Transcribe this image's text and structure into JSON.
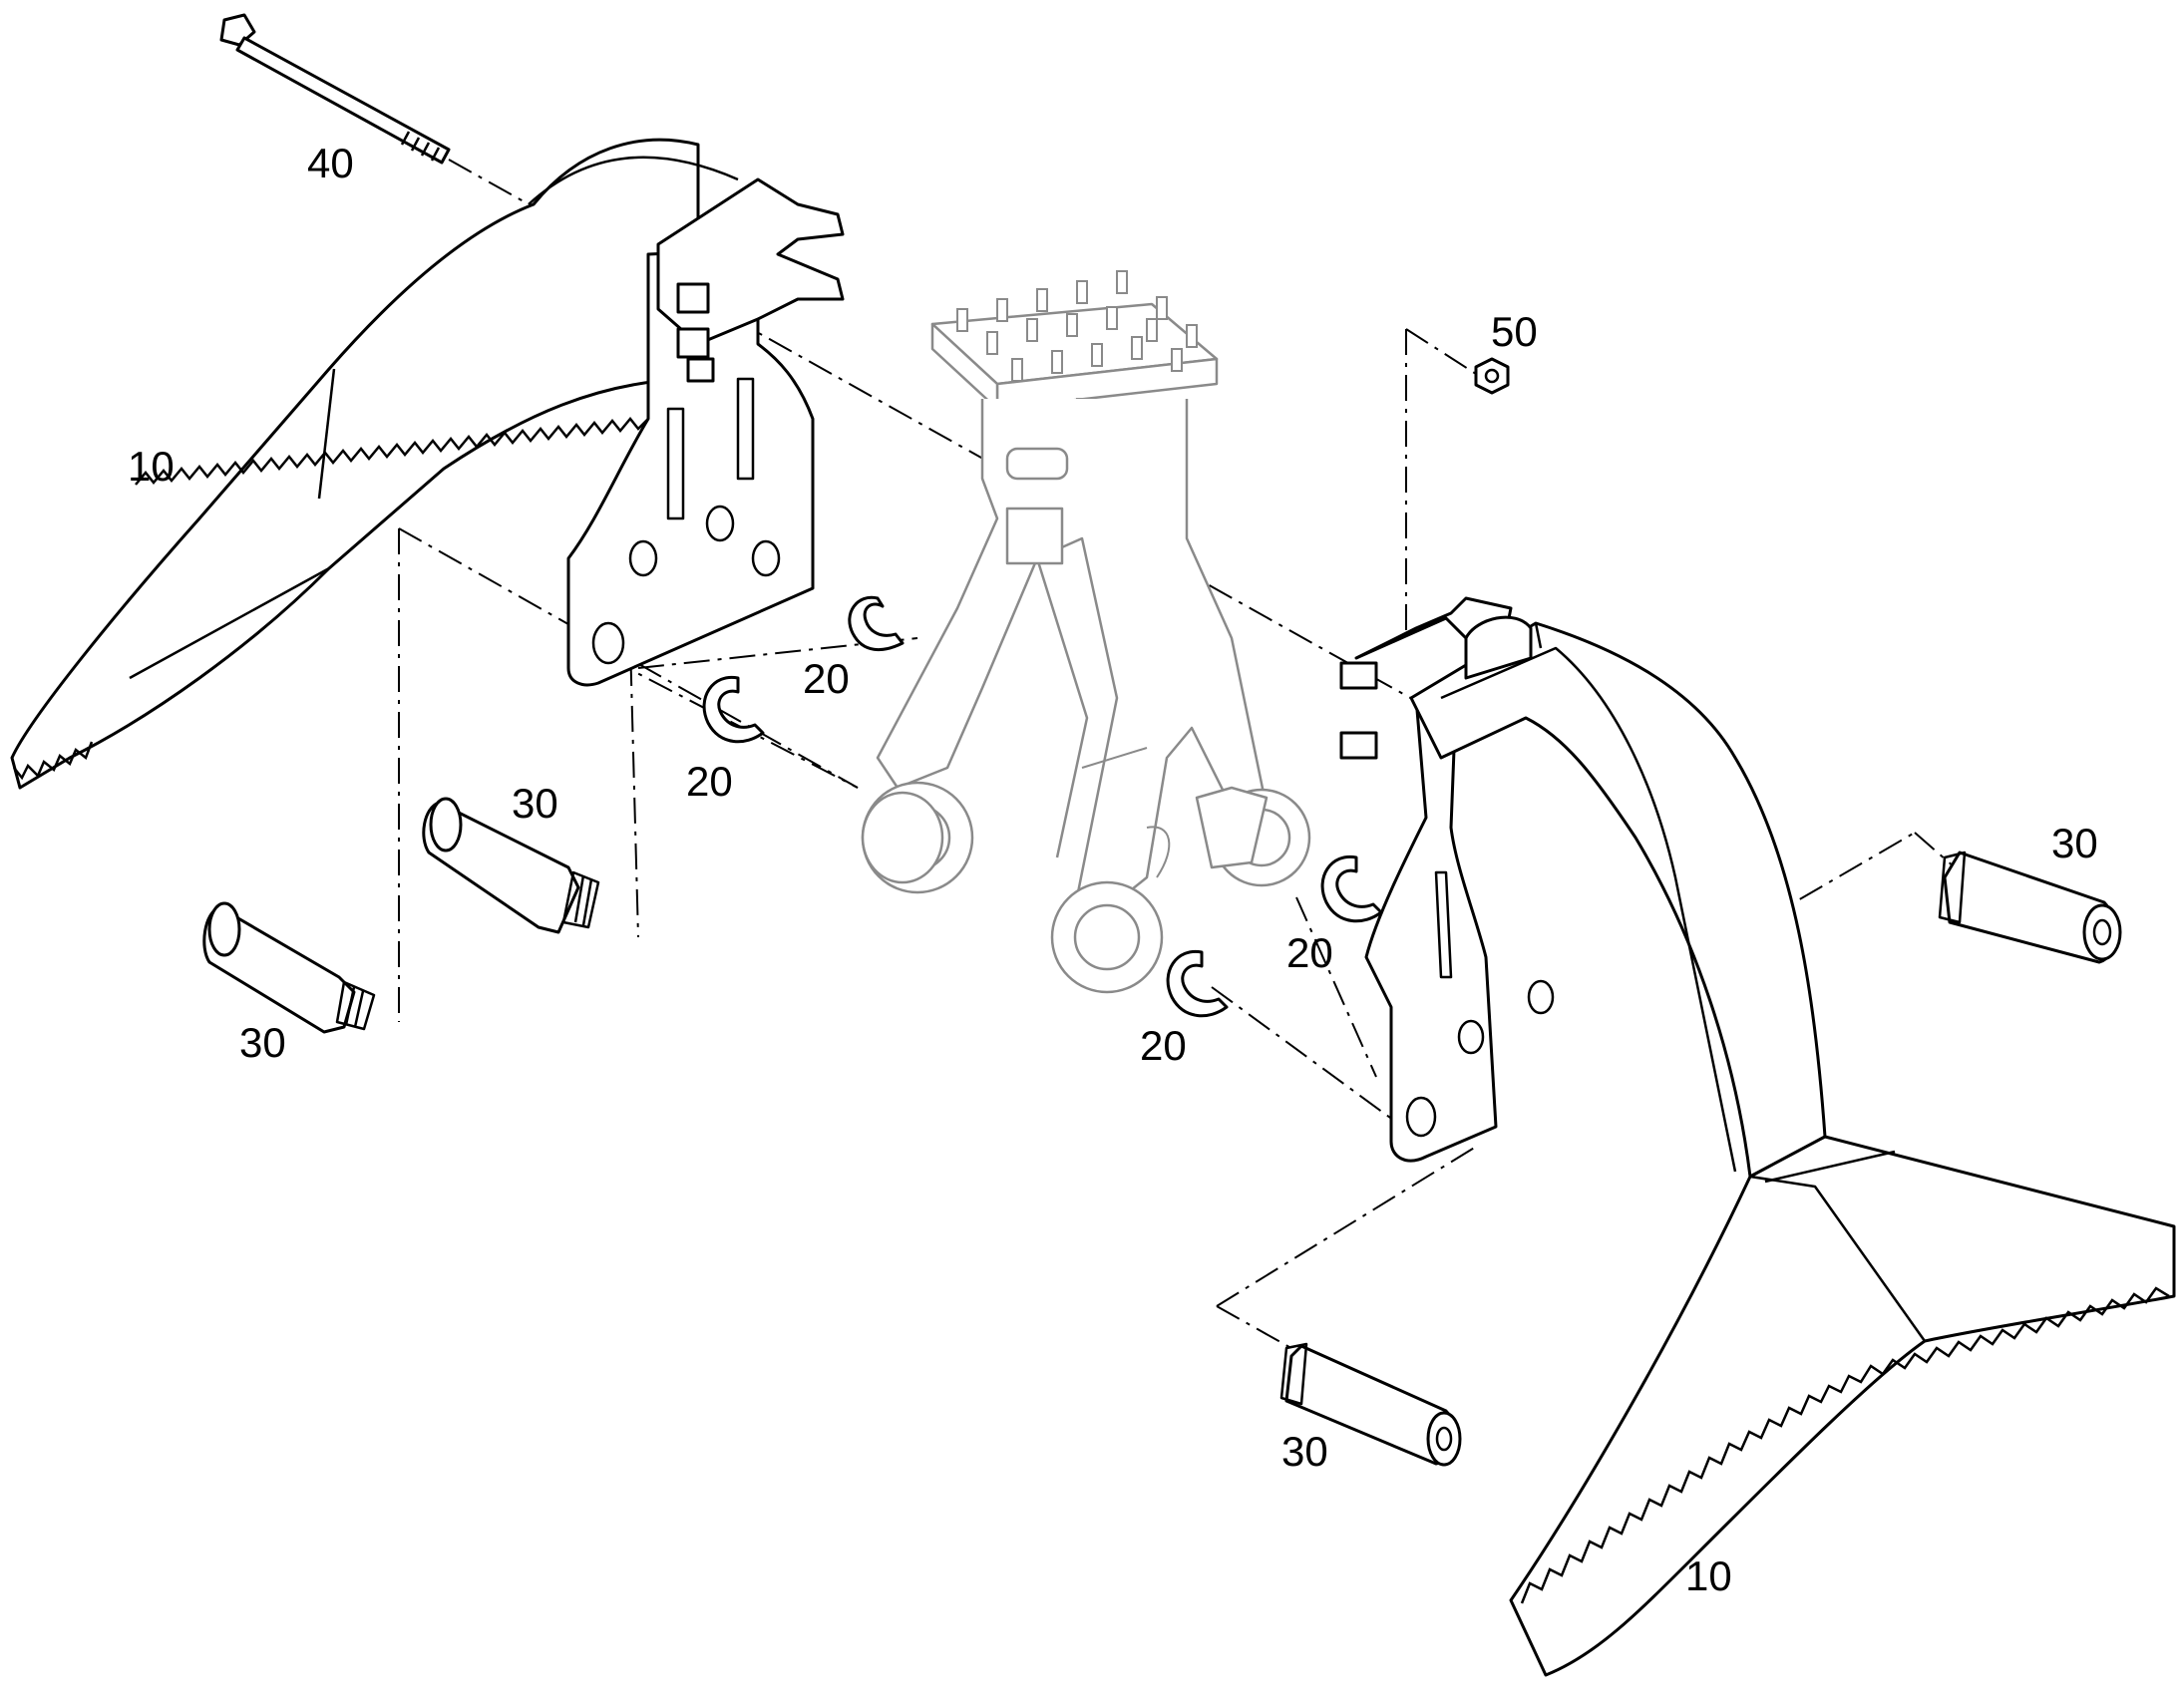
{
  "callouts": {
    "ripper_left": "10",
    "ripper_right": "10",
    "bolt": "40",
    "nut": "50",
    "ring_upper_left": "20",
    "ring_lower_left": "20",
    "ring_right_a": "20",
    "ring_right_b": "20",
    "pin_upper_left": "30",
    "pin_lower_left": "30",
    "pin_right_upper": "30",
    "pin_right_lower": "30"
  }
}
